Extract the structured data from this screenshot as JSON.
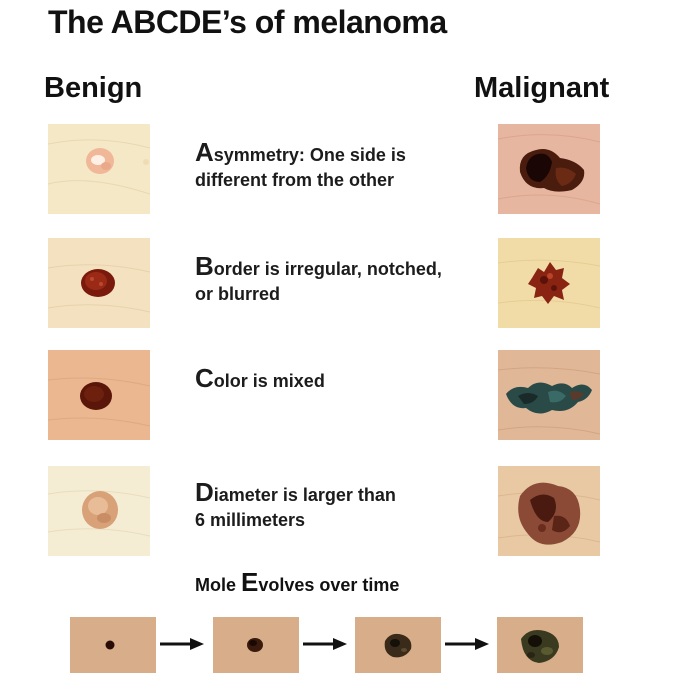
{
  "title": "The ABCDE’s of melanoma",
  "columns": {
    "benign": "Benign",
    "malignant": "Malignant"
  },
  "rows": [
    {
      "letter": "A",
      "line1_rest": "symmetry: One side is",
      "line2": "different from the other"
    },
    {
      "letter": "B",
      "line1_rest": "order is irregular, notched,",
      "line2": "or blurred"
    },
    {
      "letter": "C",
      "line1_rest": "olor is mixed",
      "line2": ""
    },
    {
      "letter": "D",
      "line1_rest": "iameter is larger than",
      "line2": "6 millimeters"
    }
  ],
  "evolve": {
    "prefix": "Mole ",
    "letter": "E",
    "rest": "volves over time"
  },
  "colors": {
    "skin_light": "#f3e6c4",
    "skin_medium": "#e9b891",
    "mole_dark": "#3a1208",
    "mole_red": "#8a2412"
  }
}
